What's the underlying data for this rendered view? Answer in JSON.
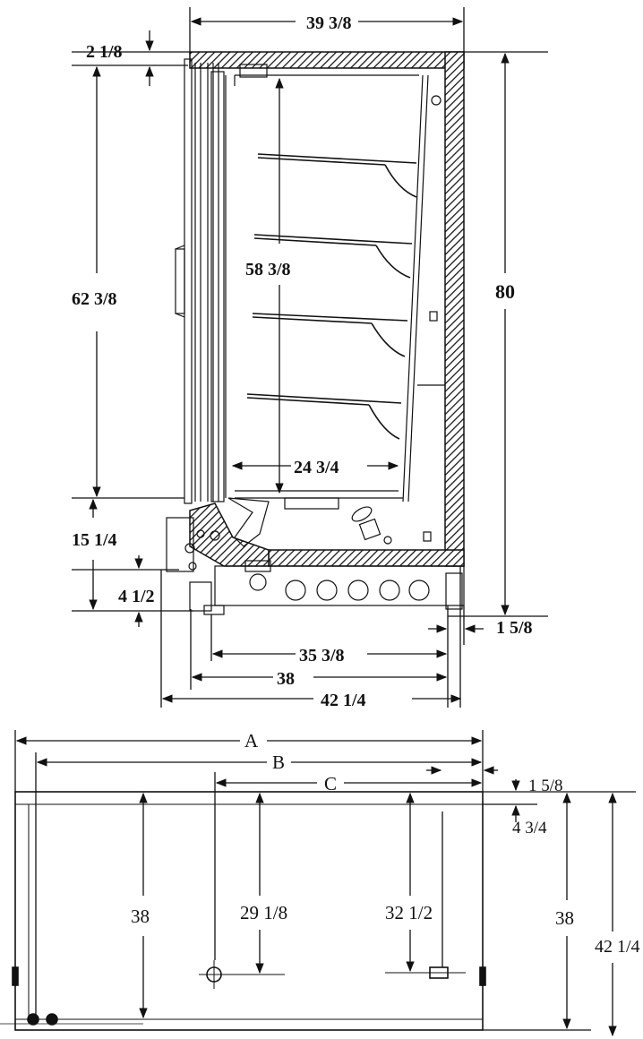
{
  "side_view": {
    "overall_width": "39 3/8",
    "top_thickness": "2 1/8",
    "door_height": "62 3/8",
    "interior_height": "58 3/8",
    "overall_height": "80",
    "interior_depth": "24 3/4",
    "base_height": "15 1/4",
    "kick_height": "4 1/2",
    "rear_offset": "1 5/8",
    "base_depth_a": "35 3/8",
    "base_depth_b": "38",
    "overall_depth": "42 1/4"
  },
  "plan_view": {
    "dim_a": "A",
    "dim_b": "B",
    "dim_c": "C",
    "rear_offset": "1 5/8",
    "side_offset": "4 3/4",
    "depth_left": "38",
    "drain_depth": "29 1/8",
    "conn_depth": "32 1/2",
    "depth_right": "38",
    "overall_depth": "42 1/4"
  },
  "colors": {
    "ink": "#111111",
    "paper": "#ffffff"
  }
}
